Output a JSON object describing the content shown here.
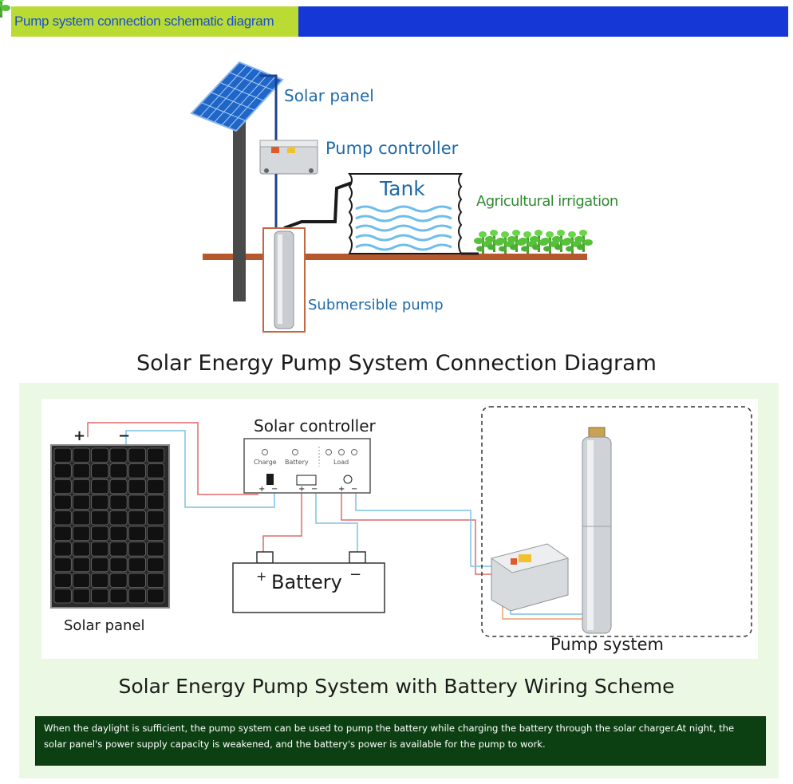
{
  "banner": {
    "title": "Pump system connection schematic diagram",
    "left_color": "#b9db34",
    "right_color": "#1537d6"
  },
  "diagram1": {
    "labels": {
      "solar_panel": "Solar panel",
      "pump_controller": "Pump controller",
      "tank": "Tank",
      "irrigation": "Agricultural irrigation",
      "pump": "Submersible pump"
    },
    "title": "Solar Energy Pump System Connection Diagram"
  },
  "diagram2": {
    "solar_panel": {
      "label": "Solar panel",
      "plus": "+",
      "minus": "−"
    },
    "controller": {
      "label": "Solar controller",
      "charge": "Charge",
      "battery": "Battery",
      "load": "Load"
    },
    "battery": {
      "label": "Battery",
      "plus": "+",
      "minus": "−"
    },
    "pump_system": {
      "label": "Pump system"
    },
    "title": "Solar Energy Pump System with Battery Wiring Scheme"
  },
  "note": {
    "text": "When the daylight is sufficient, the pump system can be used to pump the battery while charging the battery through the solar charger.At night, the solar panel's power supply capacity is weakened, and the battery's power is available for the pump to work."
  },
  "colors": {
    "wire_red": "#e06a6a",
    "wire_blue": "#7cc4e0",
    "ground": "#b5582e",
    "accent_green": "#ebf9e4",
    "note_bg": "#0c4012"
  }
}
